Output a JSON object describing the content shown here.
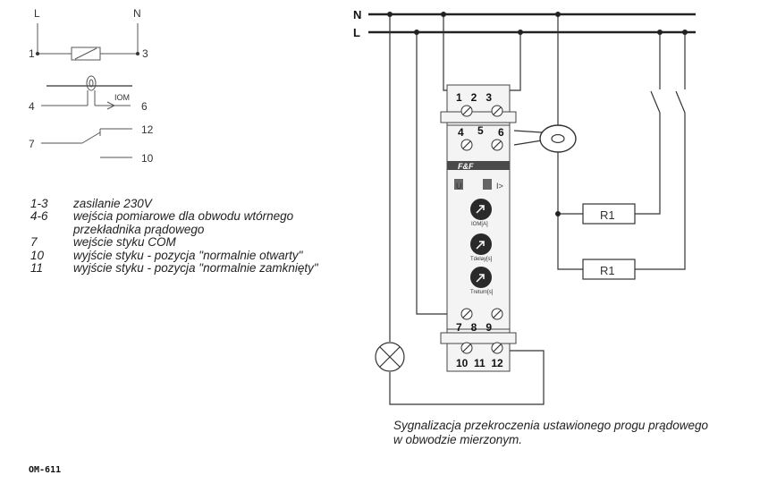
{
  "symbol": {
    "L": "L",
    "N": "N",
    "t1": "1",
    "t3": "3",
    "t4": "4",
    "t6": "6",
    "iom": "IOM",
    "t7": "7",
    "t12": "12",
    "t10": "10"
  },
  "legend": [
    {
      "num": "1-3",
      "text": "zasilanie 230V"
    },
    {
      "num": "4-6",
      "text": "wejścia pomiarowe dla obwodu wtórnego"
    },
    {
      "num": "",
      "text": "przekładnika prądowego"
    },
    {
      "num": "7",
      "text": "wejście styku COM"
    },
    {
      "num": "10",
      "text": "wyjście styku - pozycja \"normalnie otwarty\""
    },
    {
      "num": "11",
      "text": "wyjście styku - pozycja \"normalnie zamknięty\""
    }
  ],
  "wiring": {
    "N": "N",
    "L": "L",
    "top_terms": "1   2   3",
    "ct_terms": {
      "a": "4",
      "b": "5",
      "c": "6"
    },
    "bot_terms": "7   8   9",
    "out_terms": "10  11  12",
    "load1": "R1",
    "load2": "R1",
    "brand": "F&F",
    "ind_u": "U",
    "ind_i": "I>",
    "knob1_label": "IOM[A]",
    "knob2_label": "Tdelay[s]",
    "knob3_label": "Treturn[s]"
  },
  "caption": {
    "line1": "Sygnalizacja przekroczenia ustawionego progu prądowego",
    "line2": "w obwodzie mierzonym."
  },
  "model_code": "OM-611"
}
